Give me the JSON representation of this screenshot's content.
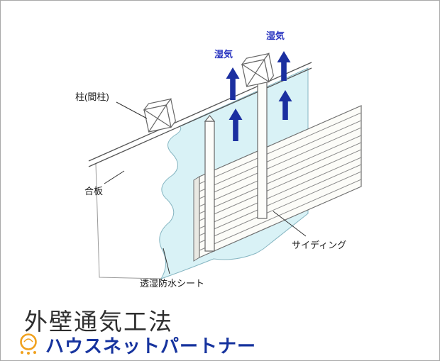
{
  "diagram": {
    "labels": {
      "moisture_top": "湿気",
      "moisture_left": "湿気",
      "pillar": "柱(間柱)",
      "plywood": "合板",
      "breathable_sheet": "透湿防水シート",
      "siding": "サイディング"
    },
    "colors": {
      "sheet_fill": "#d9f2f6",
      "arrow": "#1b2fa0",
      "moisture_text": "#2a35c0",
      "line": "#666666"
    }
  },
  "footer": {
    "title": "外壁通気工法",
    "brand": "ハウスネットパートナー",
    "brand_color": "#16339e",
    "logo_color": "#f0a11e"
  }
}
